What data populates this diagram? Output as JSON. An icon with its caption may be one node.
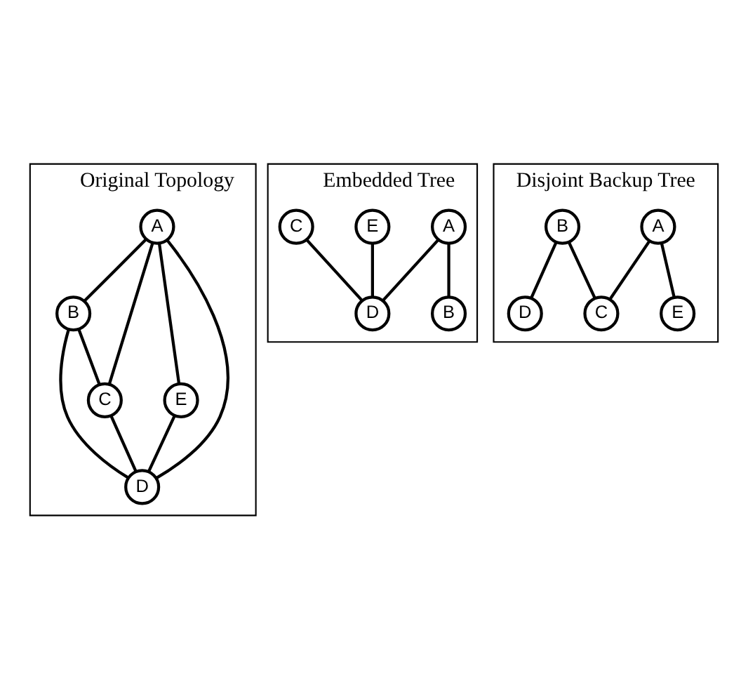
{
  "diagram": {
    "nodes": [
      {
        "text": [
          "Original Topology"
        ]
      },
      {
        "text": [
          "A"
        ],
        "in": 0
      },
      {
        "text": [
          "B"
        ],
        "in": 0
      },
      {
        "text": [
          "E"
        ],
        "in": 0
      },
      {
        "text": [
          "C"
        ],
        "in": 0
      },
      {
        "text": [
          "D"
        ],
        "in": 0
      },
      {
        "text": [
          "Embedded Tree"
        ]
      },
      {
        "text": [
          "A"
        ],
        "in": 6
      },
      {
        "text": [
          "B"
        ],
        "in": 6
      },
      {
        "text": [
          "E"
        ],
        "in": 6
      },
      {
        "text": [
          "C"
        ],
        "in": 6
      },
      {
        "text": [
          "D"
        ],
        "in": 6
      },
      {
        "text": [
          "Disjoint Backup Tree"
        ]
      },
      {
        "text": [
          "A"
        ],
        "in": 12
      },
      {
        "text": [
          "B"
        ],
        "in": 12
      },
      {
        "text": [
          "E"
        ],
        "in": 12
      },
      {
        "text": [
          "C"
        ],
        "in": 12
      },
      {
        "text": [
          "D"
        ],
        "in": 12
      }
    ],
    "edges": [
      {
        "from": 1,
        "to": 2,
        "arrow": "none"
      },
      {
        "from": 1,
        "to": 4,
        "arrow": "none"
      },
      {
        "from": 1,
        "to": 5,
        "arrow": "none"
      },
      {
        "from": 1,
        "to": 3,
        "arrow": "none"
      },
      {
        "from": 2,
        "to": 4,
        "arrow": "none"
      },
      {
        "from": 2,
        "to": 5,
        "arrow": "none"
      },
      {
        "from": 4,
        "to": 5,
        "arrow": "none"
      },
      {
        "from": 3,
        "to": 5,
        "arrow": "none"
      },
      {
        "from": 7,
        "to": 8,
        "arrow": "none"
      },
      {
        "from": 7,
        "to": 11,
        "arrow": "none"
      },
      {
        "from": 9,
        "to": 11,
        "arrow": "none"
      },
      {
        "from": 10,
        "to": 11,
        "arrow": "none"
      },
      {
        "from": 13,
        "to": 16,
        "arrow": "none"
      },
      {
        "from": 13,
        "to": 15,
        "arrow": "none"
      },
      {
        "from": 14,
        "to": 16,
        "arrow": "none"
      },
      {
        "from": 14,
        "to": 17,
        "arrow": "none"
      }
    ]
  }
}
